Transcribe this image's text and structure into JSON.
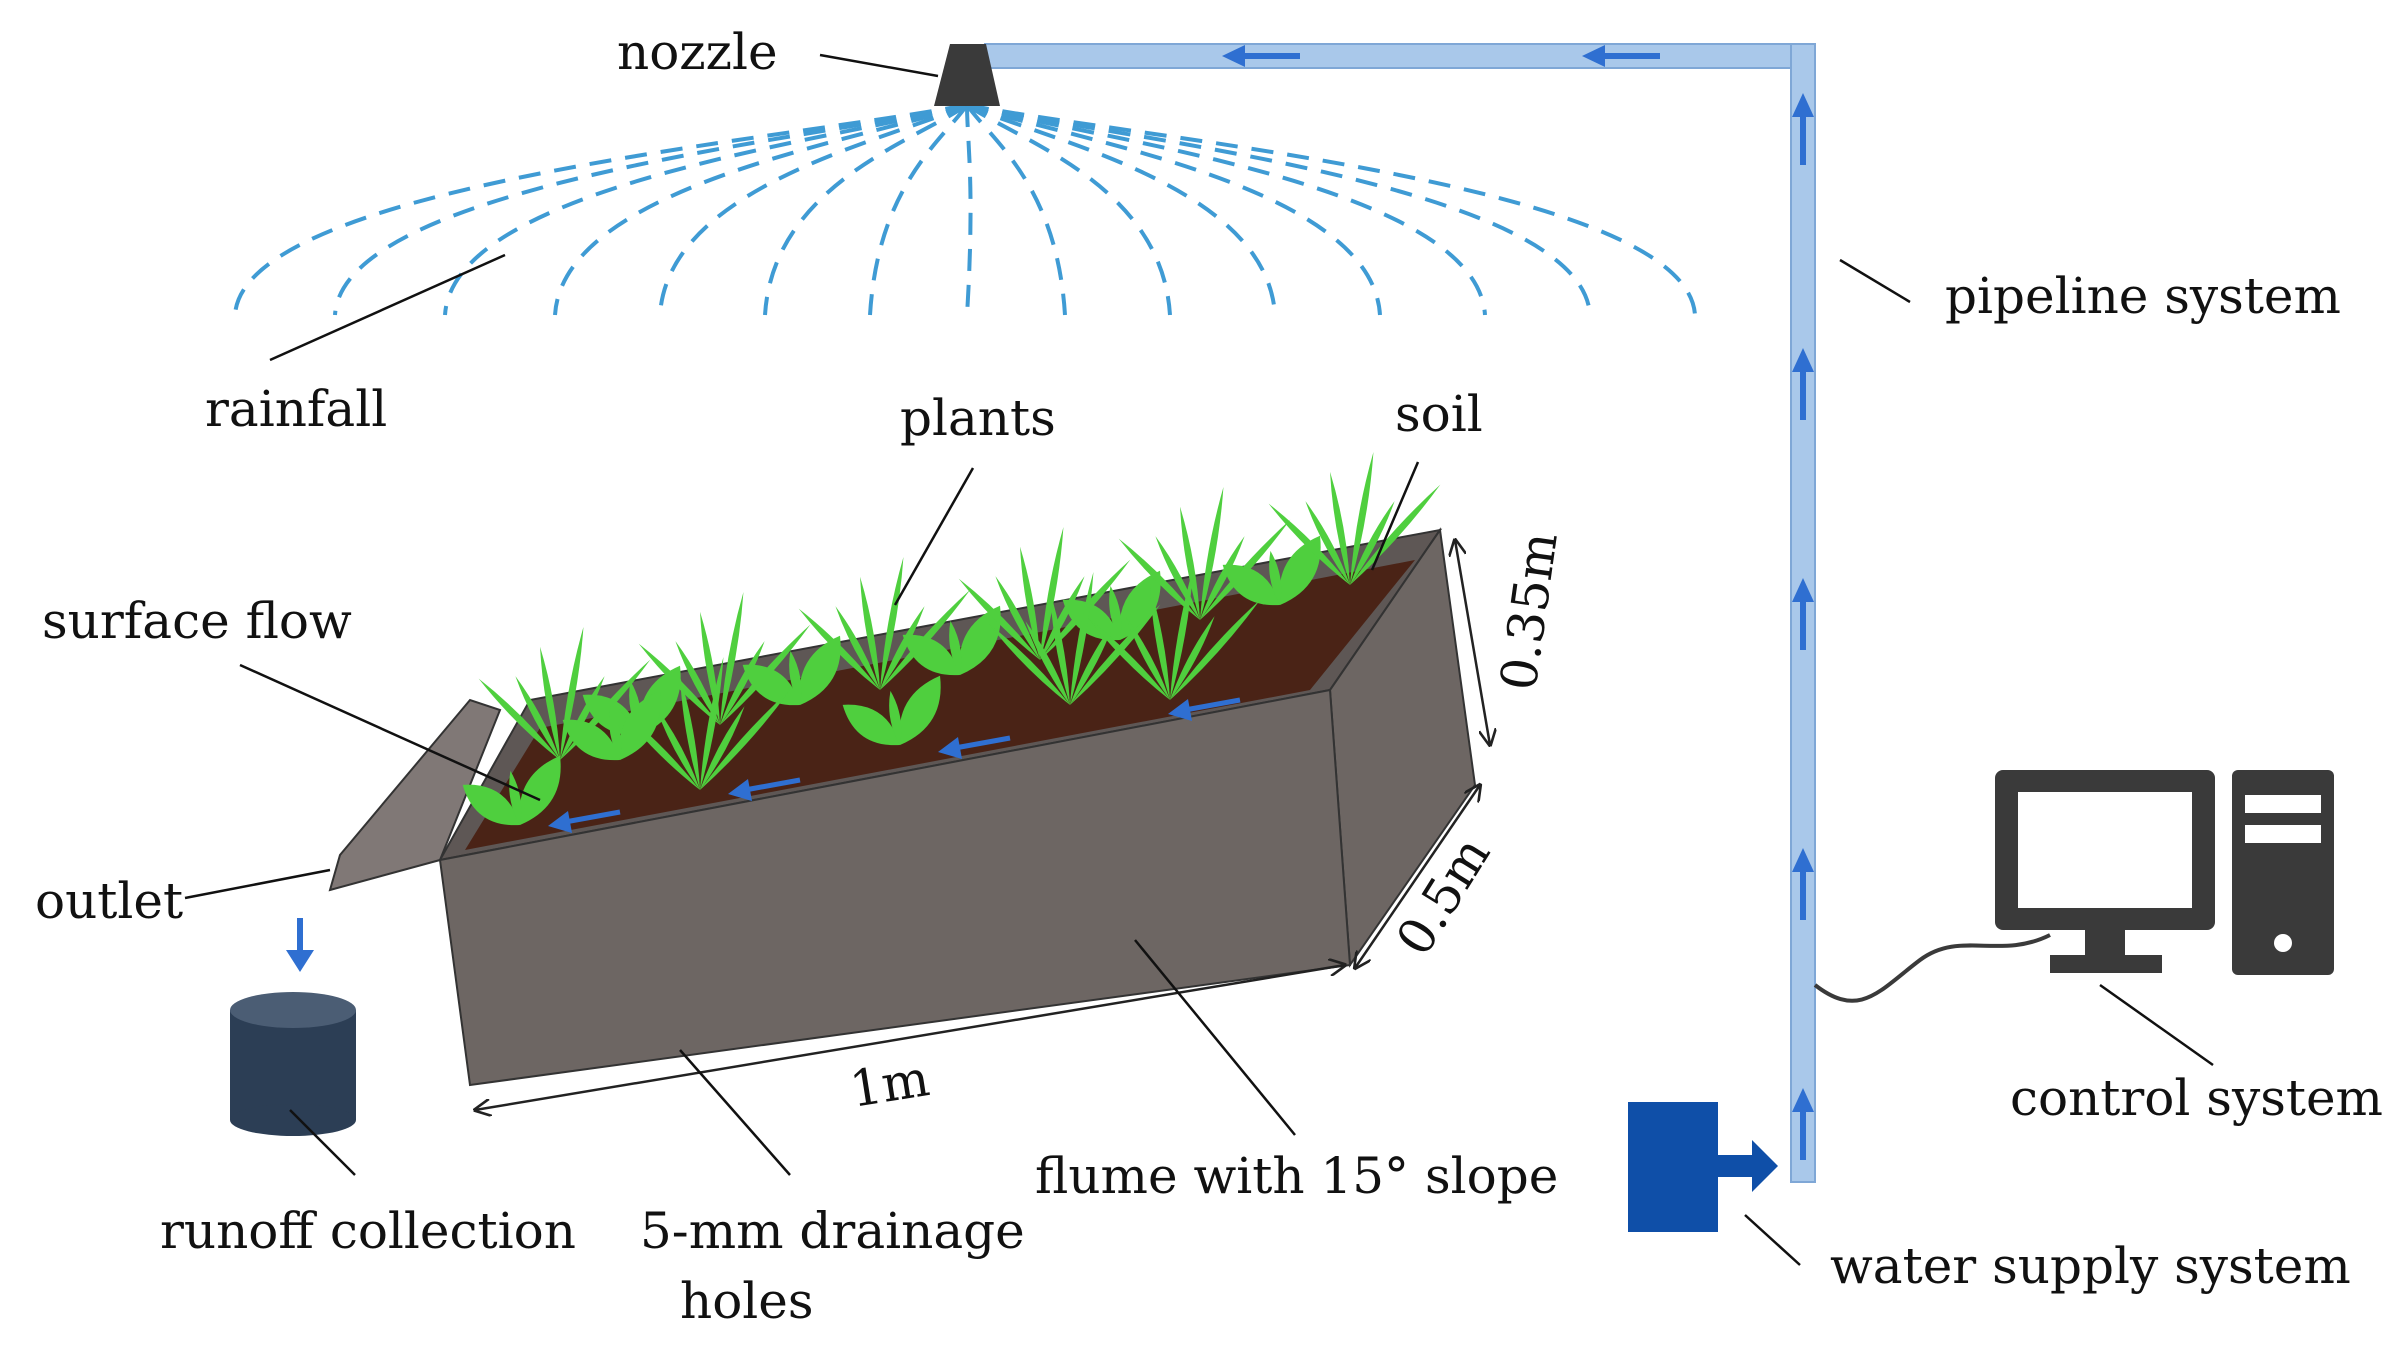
{
  "labels": {
    "nozzle": "nozzle",
    "pipeline": "pipeline system",
    "rainfall": "rainfall",
    "plants": "plants",
    "soil": "soil",
    "surface_flow": "surface flow",
    "outlet": "outlet",
    "height": "0.35m",
    "width": "0.5m",
    "length": "1m",
    "control": "control system",
    "runoff": "runoff collection",
    "drainage_line1": "5-mm drainage",
    "drainage_line2": "holes",
    "flume": "flume with 15°  slope",
    "water_supply": "water supply system"
  },
  "colors": {
    "pipe": "#a9c8ea",
    "arrow": "#2f6fd1",
    "rain": "#3f9bd4",
    "flume": "#6d6663",
    "soil": "#4a2316",
    "plant": "#4fcf3e",
    "nozzle": "#3a3a3a",
    "bucket": "#2c3e55",
    "pump": "#0f4fa8",
    "computer": "#3a3a3a"
  }
}
